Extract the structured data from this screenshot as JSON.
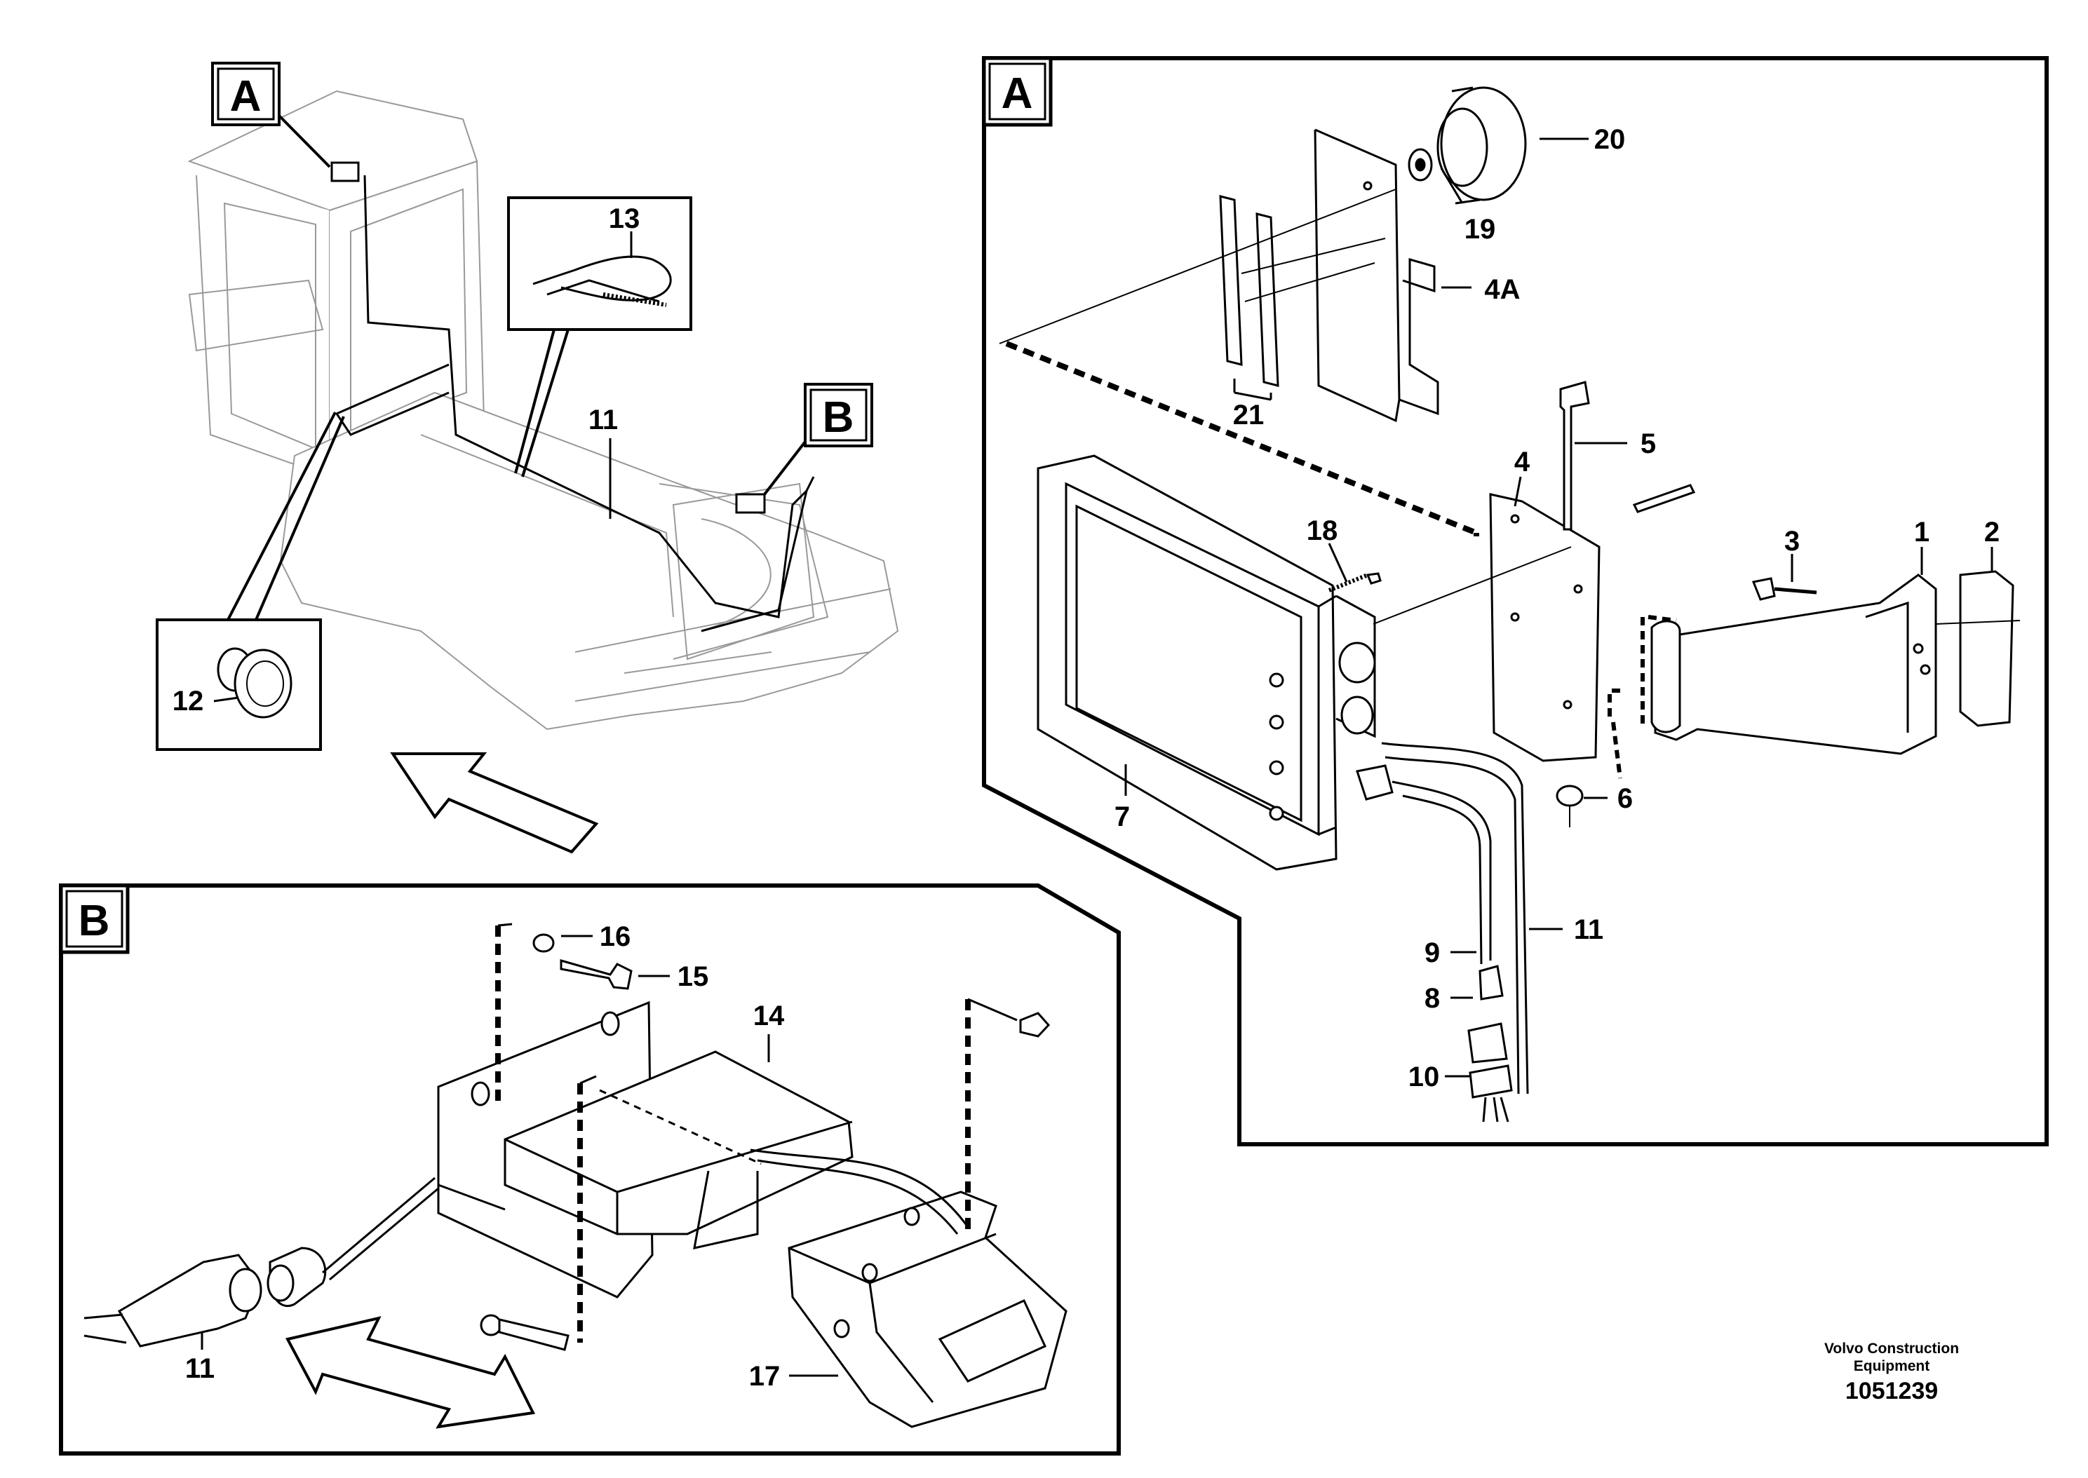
{
  "panels": {
    "A": "A",
    "B": "B",
    "overview_A": "A",
    "overview_B": "B"
  },
  "callouts": {
    "p1": "1",
    "p2": "2",
    "p3": "3",
    "p4": "4",
    "p4A": "4A",
    "p5": "5",
    "p6": "6",
    "p7": "7",
    "p8": "8",
    "p9": "9",
    "p10": "10",
    "p11_overview": "11",
    "p11_panelA": "11",
    "p11_panelB": "11",
    "p12": "12",
    "p13": "13",
    "p14": "14",
    "p15": "15",
    "p16": "16",
    "p17": "17",
    "p18": "18",
    "p19": "19",
    "p20": "20",
    "p21": "21"
  },
  "credit": {
    "line1": "Volvo Construction",
    "line2": "Equipment",
    "number": "1051239"
  }
}
